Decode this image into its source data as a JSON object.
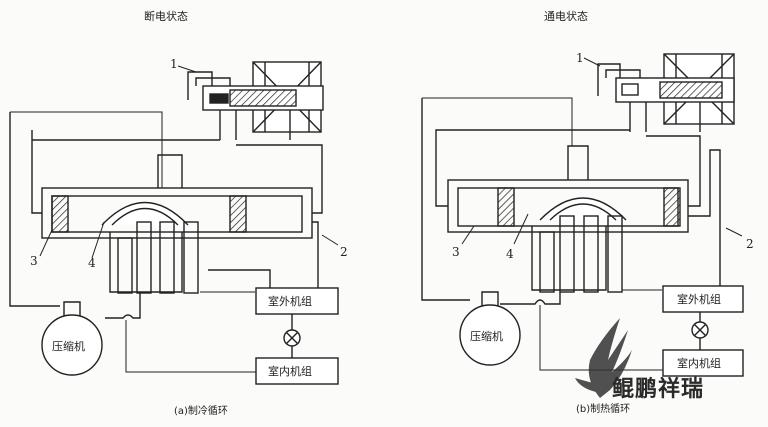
{
  "left": {
    "title": "断电状态",
    "caption": "(a)制冷循环",
    "compressor": "压缩机",
    "outdoor_unit": "室外机组",
    "indoor_unit": "室内机组",
    "labels": [
      "1",
      "2",
      "3",
      "4"
    ]
  },
  "right": {
    "title": "通电状态",
    "caption": "(b)制热循环",
    "compressor": "压缩机",
    "outdoor_unit": "室外机组",
    "indoor_unit": "室内机组",
    "labels": [
      "1",
      "2",
      "3",
      "4"
    ]
  },
  "watermark": {
    "text": "鲲鹏祥瑞"
  }
}
